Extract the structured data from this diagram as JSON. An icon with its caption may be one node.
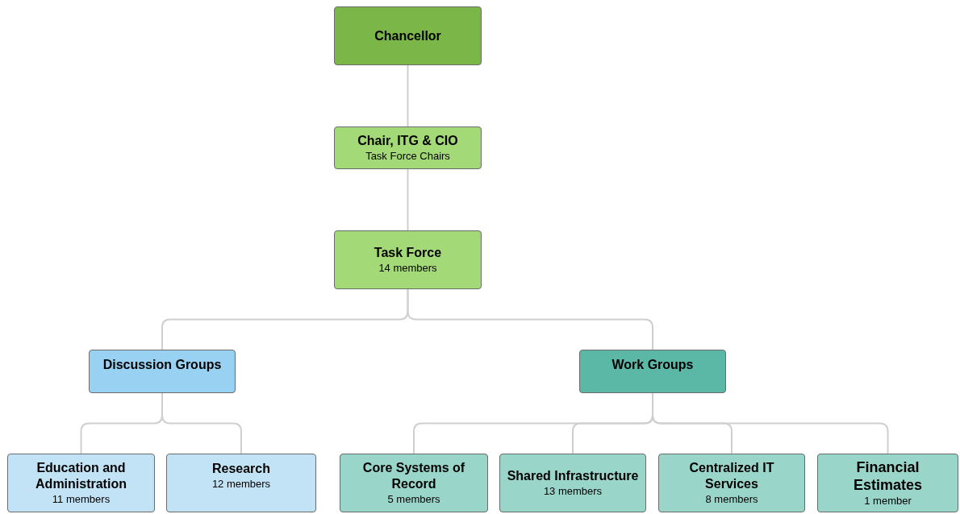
{
  "diagram": {
    "nodes": [
      {
        "text": [
          "Chancellor"
        ]
      },
      {
        "text": [
          "Chair, ITG & CIO",
          "Task Force Chairs"
        ]
      },
      {
        "text": [
          "Task Force",
          "14 members"
        ]
      },
      {
        "text": [
          "Discussion Groups"
        ]
      },
      {
        "text": [
          "Work Groups"
        ]
      },
      {
        "text": [
          "Education and Administration",
          "11 members"
        ]
      },
      {
        "text": [
          "Research",
          "12 members"
        ]
      },
      {
        "text": [
          "Core Systems of Record",
          "5 members"
        ]
      },
      {
        "text": [
          "Shared Infrastructure",
          "13 members"
        ]
      },
      {
        "text": [
          "Centralized IT Services",
          "8 members"
        ]
      },
      {
        "text": [
          "Financial Estimates",
          "1 member"
        ]
      }
    ],
    "edges": [
      {
        "from": 0,
        "to": 1,
        "arrow": "none"
      },
      {
        "from": 1,
        "to": 2,
        "arrow": "none"
      },
      {
        "from": 2,
        "to": 3,
        "arrow": "none"
      },
      {
        "from": 2,
        "to": 4,
        "arrow": "none"
      },
      {
        "from": 3,
        "to": 5,
        "arrow": "none"
      },
      {
        "from": 3,
        "to": 6,
        "arrow": "none"
      },
      {
        "from": 4,
        "to": 7,
        "arrow": "none"
      },
      {
        "from": 4,
        "to": 8,
        "arrow": "none"
      },
      {
        "from": 4,
        "to": 9,
        "arrow": "none"
      },
      {
        "from": 4,
        "to": 10,
        "arrow": "none"
      }
    ]
  }
}
